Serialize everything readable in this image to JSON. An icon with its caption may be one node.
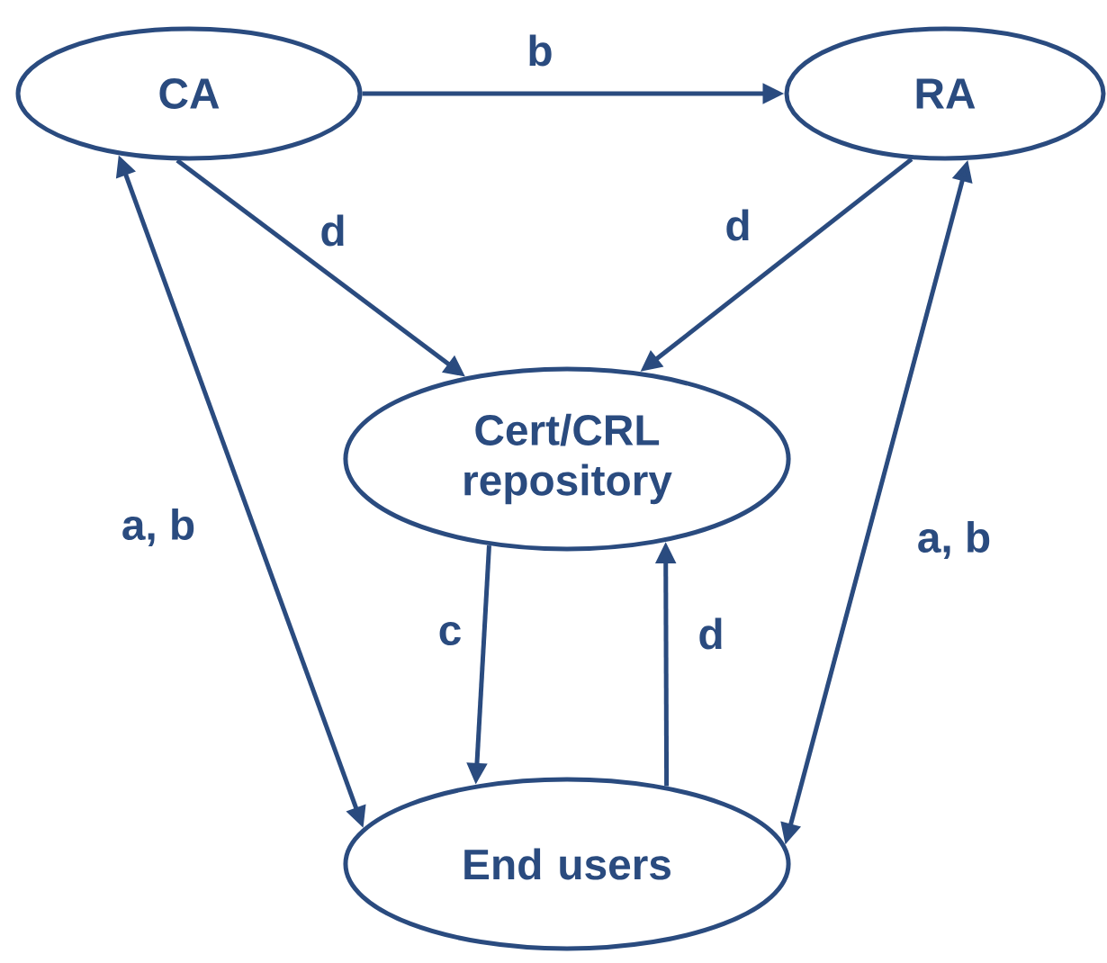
{
  "diagram": {
    "nodes": [
      {
        "text": [
          "CA"
        ]
      },
      {
        "text": [
          "RA"
        ]
      },
      {
        "text": [
          "Cert/CRL repository"
        ]
      },
      {
        "text": [
          "End users"
        ]
      }
    ],
    "edges": [
      {
        "from": 0,
        "to": 1,
        "arrow": "to",
        "label": "b"
      },
      {
        "from": 0,
        "to": 2,
        "arrow": "to",
        "label": "d"
      },
      {
        "from": 1,
        "to": 2,
        "arrow": "to",
        "label": "d"
      },
      {
        "from": 0,
        "to": 3,
        "arrow": "both",
        "label": "a, b"
      },
      {
        "from": 1,
        "to": 3,
        "arrow": "both",
        "label": "a, b"
      },
      {
        "from": 2,
        "to": 3,
        "arrow": "to",
        "label": "c"
      },
      {
        "from": 3,
        "to": 2,
        "arrow": "to",
        "label": "d"
      }
    ]
  }
}
